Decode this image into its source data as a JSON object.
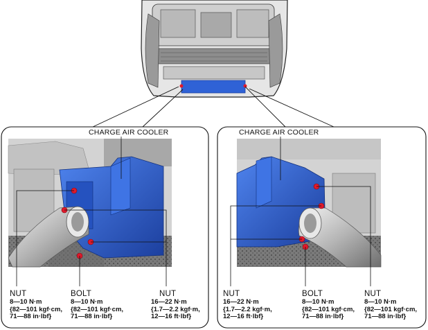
{
  "panels": {
    "left": {
      "component_label": "CHARGE AIR COOLER",
      "callouts": [
        {
          "name": "NUT",
          "torque": "8—10 N·m",
          "alt1": "{82—101 kgf·cm,",
          "alt2": "71—88 in·lbf}"
        },
        {
          "name": "BOLT",
          "torque": "8—10 N·m",
          "alt1": "{82—101 kgf·cm,",
          "alt2": "71—88 in·lbf}"
        },
        {
          "name": "NUT",
          "torque": "16—22 N·m",
          "alt1": "{1.7—2.2 kgf·m,",
          "alt2": "12—16 ft·lbf}"
        }
      ]
    },
    "right": {
      "component_label": "CHARGE AIR COOLER",
      "callouts": [
        {
          "name": "NUT",
          "torque": "16—22 N·m",
          "alt1": "{1.7—2.2 kgf·m,",
          "alt2": "12—16 ft·lbf}"
        },
        {
          "name": "BOLT",
          "torque": "8—10 N·m",
          "alt1": "{82—101 kgf·cm,",
          "alt2": "71—88 in·lbf}"
        },
        {
          "name": "NUT",
          "torque": "8—10 N·m",
          "alt1": "{82—101 kgf·cm,",
          "alt2": "71—88 in·lbf}"
        }
      ]
    }
  },
  "colors": {
    "cooler_blue": "#2f62d6",
    "cooler_dark": "#1c3f9e",
    "fastener_red": "#e0192b",
    "metal_light": "#d8d8d8",
    "metal_mid": "#9c9c9c",
    "outline": "#222222"
  }
}
